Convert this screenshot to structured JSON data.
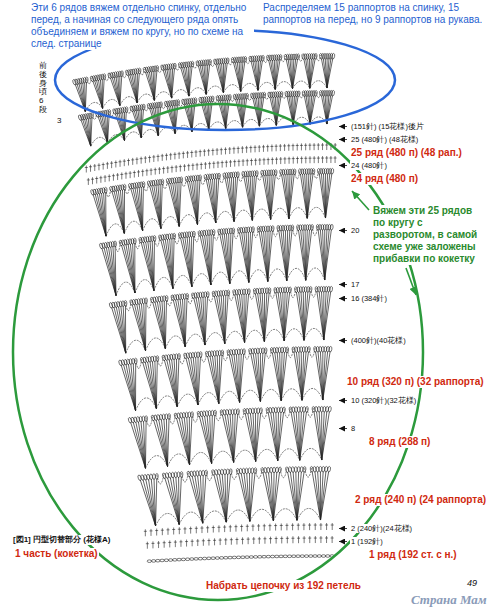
{
  "diagram": {
    "labels": [
      "Эти 6 рядов вяжем отдельно спинку, отдельно перед, а начиная со следующего ряда опять объединяем и вяжем по кругу, но по схеме на след. странице",
      "Распределяем 15 раппортов на спинку, 15 раппортов на перед, но 9 раппортов на рукава.",
      "前後身頃6段",
      "3",
      "(151針) (15花様)後片",
      "25 (480針) (48花様)",
      "25 ряд (480 п) (48 рап.)",
      "24 (480針)",
      "24 ряд (480 п)",
      "Вяжем эти 25 рядов по кругу с разворотом, в самой схеме уже заложены прибавки по кокетку",
      "20",
      "17",
      "16 (384針)",
      "(400針)(40花様)",
      "10 ряд (320 п) (32 раппорта)",
      "10 (320針)(32花様)",
      "8",
      "8 ряд (288 п)",
      "2 ряд (240 п) (24 раппорта)",
      "2 (240針)(24花様)",
      "1 (192針)",
      "1 ряд (192 ст. с н.)",
      "[図1] 円型切替部分 (花様A)",
      "1 часть (кокетка)",
      "Набрать цепочку из 192 петель",
      "49",
      "Страна Мам"
    ]
  }
}
